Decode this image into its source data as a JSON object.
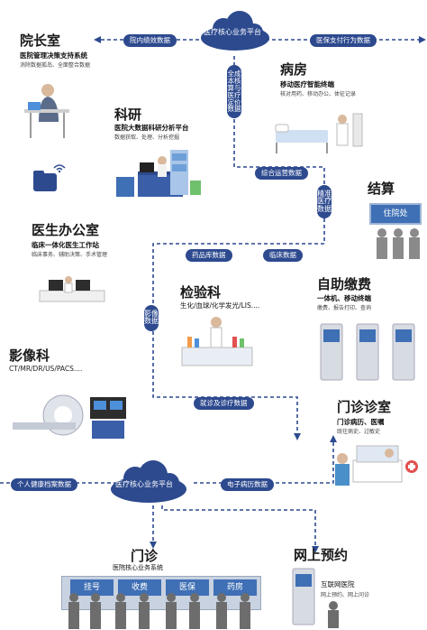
{
  "top_cloud": "医疗核心业务平台",
  "bottom_cloud": "医疗核心业务平台",
  "sections": {
    "president": {
      "title": "院长室",
      "subtitle": "医院管理决策支持系统",
      "desc": "消除数据孤岛、全面整合数据"
    },
    "research": {
      "title": "科研",
      "subtitle": "医院大数据科研分析平台",
      "desc": "数据获取、处理、分析挖掘"
    },
    "ward": {
      "title": "病房",
      "subtitle": "移动医疗智能终端",
      "desc": "核对用药、移动办公、体征记录"
    },
    "settlement": {
      "title": "结算",
      "sign": "住院处"
    },
    "doctor_office": {
      "title": "医生办公室",
      "subtitle": "临床一体化医生工作站",
      "desc": "临床事务、辅助决策、手术管理"
    },
    "self_service": {
      "title": "自助缴费",
      "subtitle": "一体机、移动终端",
      "desc": "缴费、报告打印、查询"
    },
    "lab": {
      "title": "检验科",
      "subtitle": "生化/血球/化学发光/LIS...."
    },
    "imaging": {
      "title": "影像科",
      "subtitle": "CT/MR/DR/US/PACS...."
    },
    "outpatient_room": {
      "title": "门诊诊室",
      "subtitle": "门诊病历、医嘱",
      "desc": "既往病史、过敏史"
    },
    "outpatient": {
      "title": "门诊",
      "subtitle": "医院核心业务系统",
      "windows": [
        "挂号",
        "收费",
        "医保",
        "药房"
      ]
    },
    "online": {
      "title": "网上预约",
      "subtitle": "互联网医院",
      "desc": "网上预约、网上问诊"
    }
  },
  "flow_labels": {
    "hospital_perf": "院内绩效数据",
    "insurance_pay": "医保支付行为数据",
    "cost_pricing": "全成本核算与医疗定价数据",
    "ops_data": "综合运营数据",
    "precision": "精准医疗数据",
    "drug_store": "药品库数据",
    "clinical": "临床数据",
    "imaging_data": "影像数据",
    "visit_treat": "就诊及诊疗数据",
    "personal_health": "个人健康档案数据",
    "emr": "电子病历数据"
  },
  "colors": {
    "accent": "#2d4a8f",
    "cloud": "#2d4a8f",
    "line": "#2d4a8f"
  }
}
